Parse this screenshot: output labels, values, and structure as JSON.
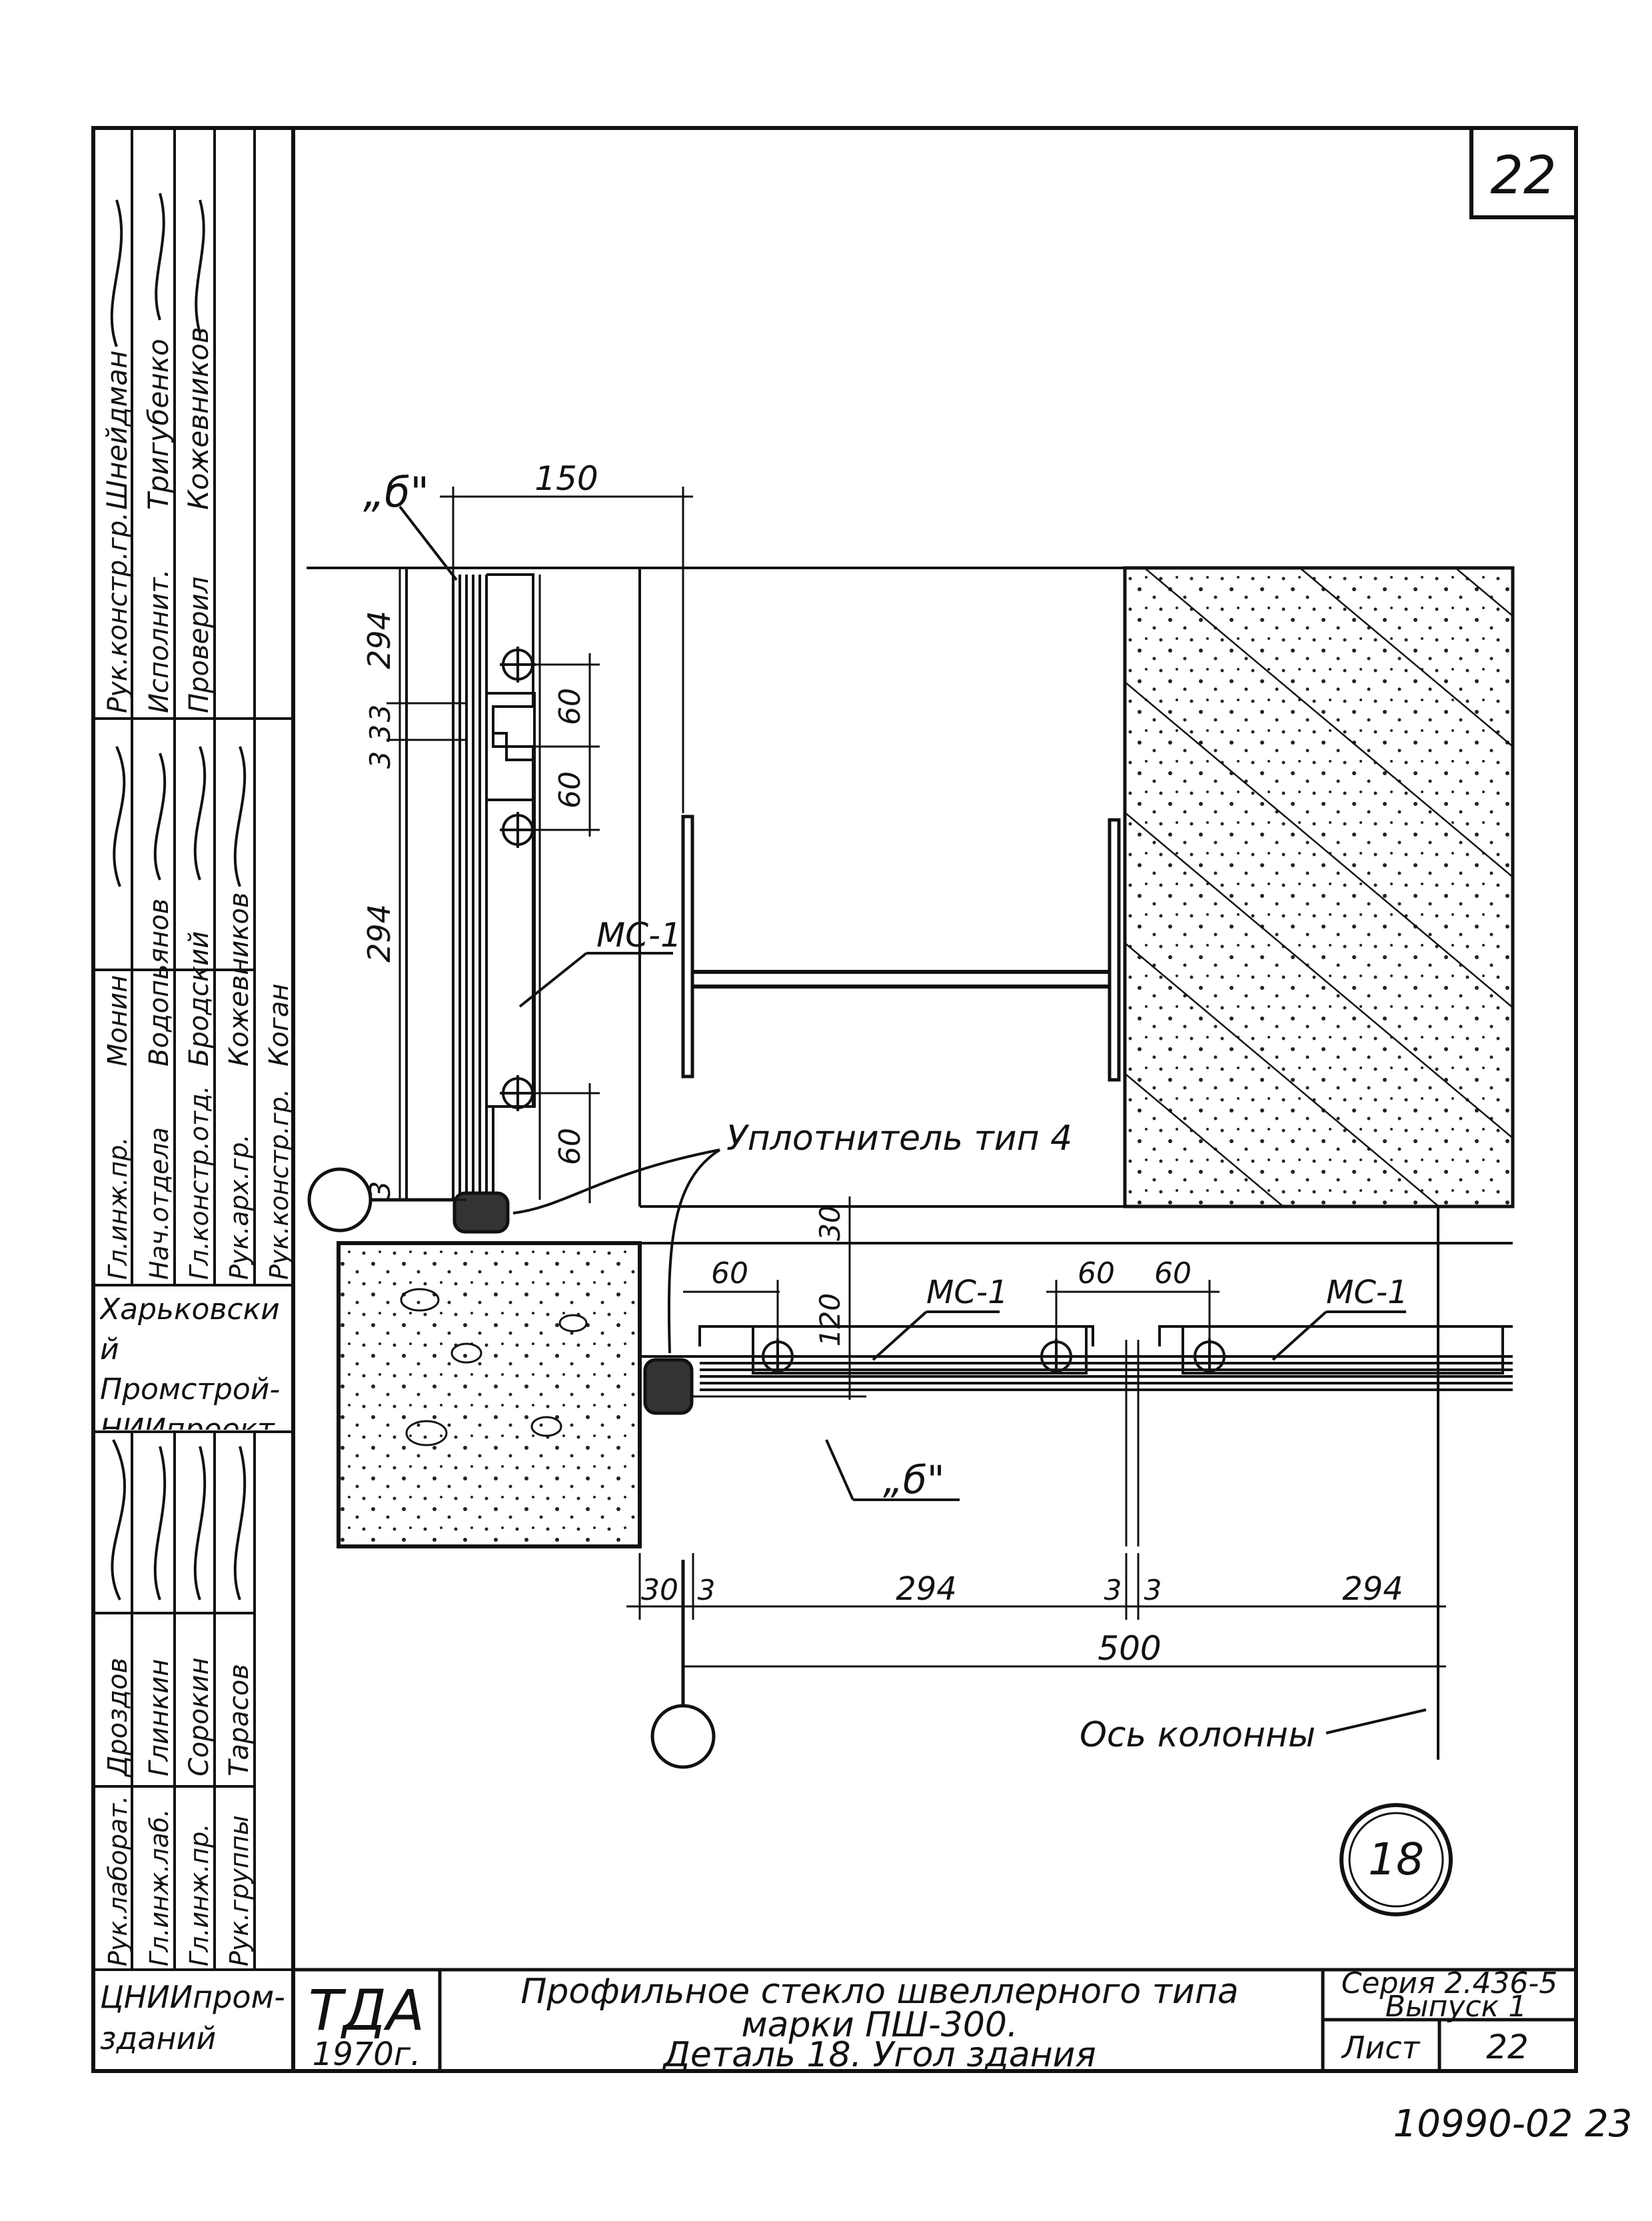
{
  "sheet": {
    "page_number": "22",
    "bottom_code": "10990-02 23",
    "detail_number": "18"
  },
  "left_stamp": {
    "upper_block": {
      "roles": [
        "Рук.констр.гр.",
        "Исполнит.",
        "Проверил"
      ],
      "names": [
        "Шнейдман",
        "Тригубенко",
        "Кожевников"
      ]
    },
    "middle_block": {
      "roles": [
        "Гл.инж.пр.",
        "Нач.отдела",
        "Гл.констр.отд.",
        "Рук.арх.гр.",
        "Рук.констр.гр."
      ],
      "names": [
        "Монин",
        "Водопьянов",
        "Бродский",
        "Кожевников",
        "Коган"
      ]
    },
    "institute": "Харьковский Промстрой-НИИпроект",
    "lower_block": {
      "roles": [
        "Рук.лаборат.",
        "Гл.инж.лаб.",
        "Гл.инж.пр.",
        "Рук.группы"
      ],
      "names": [
        "Дроздов",
        "Глинкин",
        "Сорокин",
        "Тарасов"
      ]
    },
    "org": "ЦНИИпром-зданий"
  },
  "title_block": {
    "org_code": "ТДА",
    "year": "1970г.",
    "title_line1": "Профильное стекло швеллерного типа",
    "title_line2": "марки ПШ-300.",
    "title_line3": "Деталь 18. Угол здания",
    "series": "Серия 2.436-5",
    "issue": "Выпуск 1",
    "sheet_label": "Лист",
    "sheet_number": "22"
  },
  "drawing": {
    "labels": {
      "b_top": "„б\"",
      "b_bottom": "„б\"",
      "ms1_vertical": "МС-1",
      "ms1_h_left": "МС-1",
      "ms1_h_right": "МС-1",
      "sealant": "Уплотнитель тип 4",
      "column_axis": "Ось колонны"
    },
    "dimensions": {
      "top_150": "150",
      "v_294_top": "294",
      "v_3_a": "3",
      "v_3_b": "3",
      "v_3_c": "3",
      "v_294_mid": "294",
      "v_3_bottom": "3",
      "v_60_1": "60",
      "v_60_2": "60",
      "v_60_3": "60",
      "h_30_v": "30",
      "h_120_v": "120",
      "h_60_1": "60",
      "h_60_2": "60",
      "h_60_3": "60",
      "b_30": "30",
      "b_3_1": "3",
      "b_294_1": "294",
      "b_3_2": "3",
      "b_3_3": "3",
      "b_294_2": "294",
      "b_500": "500"
    }
  }
}
